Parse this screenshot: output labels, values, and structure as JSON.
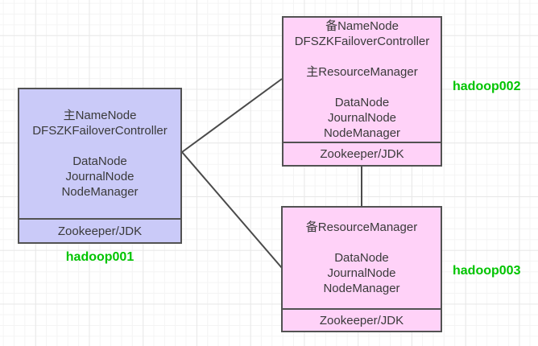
{
  "colors": {
    "node_blue_fill": "#cacaf8",
    "node_pink_fill": "#ffd2f8",
    "node_border": "#525252",
    "edge_stroke": "#4a4a4a",
    "node_text": "#3a3a3a",
    "host_label_green": "#00c400",
    "canvas_background": "#ffffff",
    "grid_minor": "#f4f4f4",
    "grid_major": "#e8e8e8"
  },
  "nodes": {
    "hadoop001": {
      "lines": [
        "主NameNode",
        "DFSZKFailoverController",
        "",
        "DataNode",
        "JournalNode",
        "NodeManager"
      ],
      "footer": "Zookeeper/JDK",
      "label": "hadoop001"
    },
    "hadoop002": {
      "lines": [
        "备NameNode",
        "DFSZKFailoverController",
        "",
        "主ResourceManager",
        "",
        "DataNode",
        "JournalNode",
        "NodeManager"
      ],
      "footer": "Zookeeper/JDK",
      "label": "hadoop002"
    },
    "hadoop003": {
      "lines": [
        "备ResourceManager",
        "",
        "DataNode",
        "JournalNode",
        "NodeManager"
      ],
      "footer": "Zookeeper/JDK",
      "label": "hadoop003"
    }
  }
}
